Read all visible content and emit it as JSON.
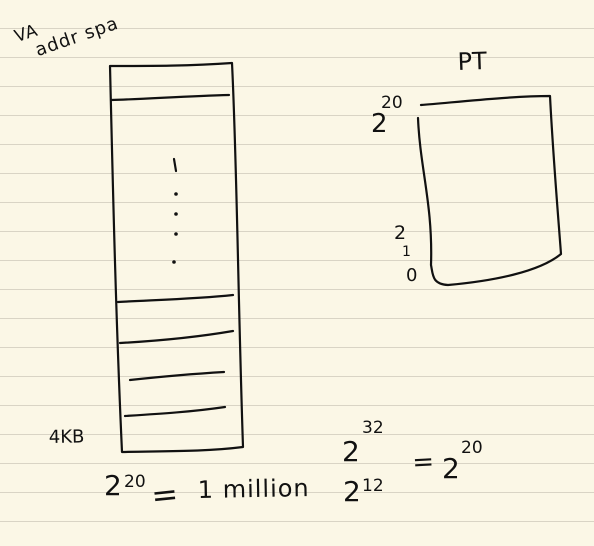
{
  "notes": {
    "va_label": "VA",
    "addr_label": "addr spa",
    "page_table_label": "PT",
    "pt_top_base": "2",
    "pt_top_exp": "20",
    "pt_one_base": "2",
    "pt_one_exp": "1",
    "pt_zero": "0",
    "kb_label": "4KB",
    "formula_left_base": "2",
    "formula_left_exp": "20",
    "formula_left_equals": "=",
    "formula_left_value": "1 million",
    "formula_right_top_base": "2",
    "formula_right_top_exp": "32",
    "formula_right_bottom_base": "2",
    "formula_right_bottom_exp": "12",
    "formula_right_equals": "=",
    "formula_right_result_base": "2",
    "formula_right_result_exp": "20"
  }
}
